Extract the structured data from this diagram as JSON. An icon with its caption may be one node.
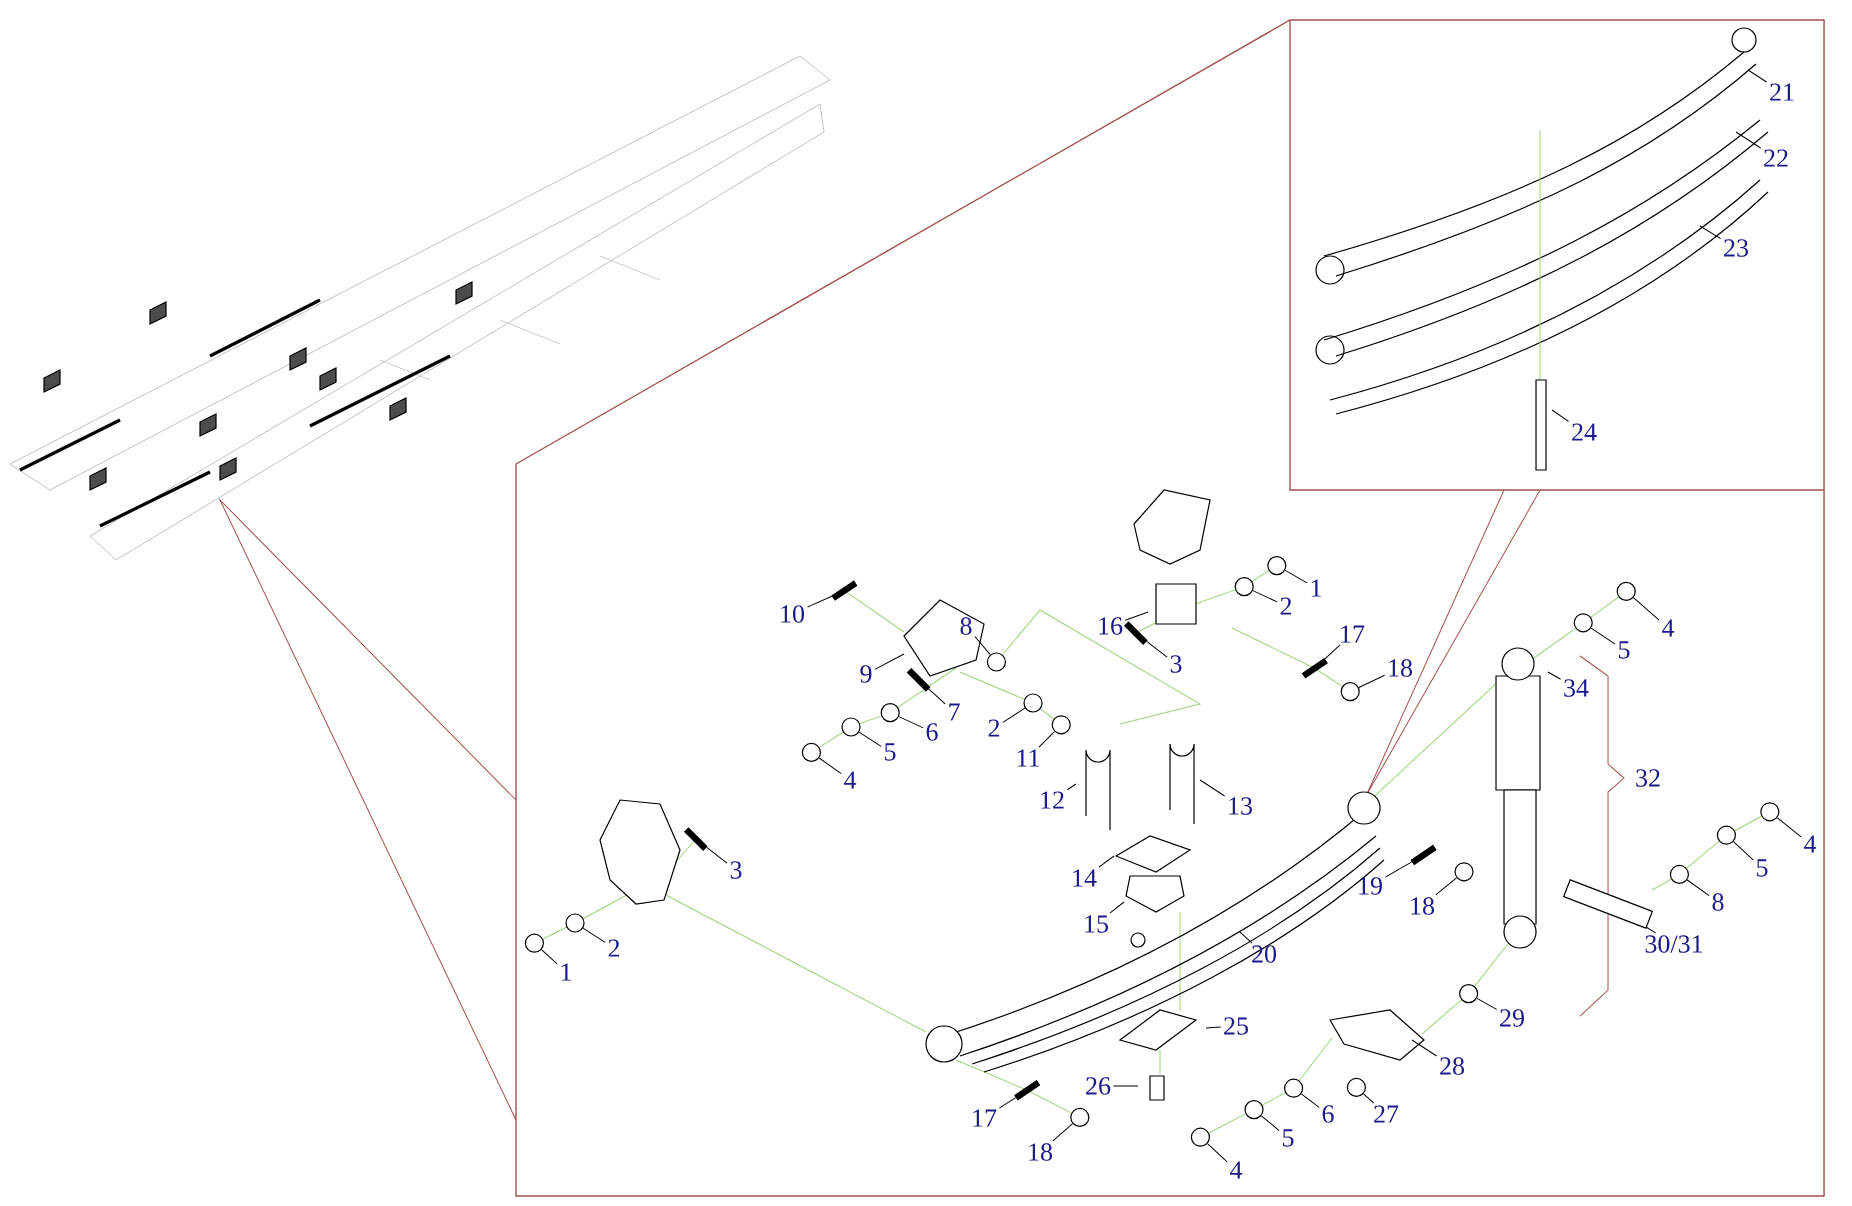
{
  "diagram": {
    "nodes": [
      {
        "text": [
          "21"
        ]
      },
      {
        "text": [
          "22"
        ]
      },
      {
        "text": [
          "23"
        ]
      },
      {
        "text": [
          "24"
        ]
      },
      {
        "text": [
          "10"
        ]
      },
      {
        "text": [
          "8"
        ]
      },
      {
        "text": [
          "9"
        ]
      },
      {
        "text": [
          "16"
        ]
      },
      {
        "text": [
          "1"
        ]
      },
      {
        "text": [
          "2"
        ]
      },
      {
        "text": [
          "3"
        ]
      },
      {
        "text": [
          "17"
        ]
      },
      {
        "text": [
          "18"
        ]
      },
      {
        "text": [
          "7"
        ]
      },
      {
        "text": [
          "6"
        ]
      },
      {
        "text": [
          "2"
        ]
      },
      {
        "text": [
          "11"
        ]
      },
      {
        "text": [
          "5"
        ]
      },
      {
        "text": [
          "4"
        ]
      },
      {
        "text": [
          "12"
        ]
      },
      {
        "text": [
          "13"
        ]
      },
      {
        "text": [
          "3"
        ]
      },
      {
        "text": [
          "14"
        ]
      },
      {
        "text": [
          "15"
        ]
      },
      {
        "text": [
          "19"
        ]
      },
      {
        "text": [
          "18"
        ]
      },
      {
        "text": [
          "20"
        ]
      },
      {
        "text": [
          "1"
        ]
      },
      {
        "text": [
          "2"
        ]
      },
      {
        "text": [
          "25"
        ]
      },
      {
        "text": [
          "26"
        ]
      },
      {
        "text": [
          "17"
        ]
      },
      {
        "text": [
          "18"
        ]
      },
      {
        "text": [
          "4"
        ]
      },
      {
        "text": [
          "5"
        ]
      },
      {
        "text": [
          "6"
        ]
      },
      {
        "text": [
          "27"
        ]
      },
      {
        "text": [
          "28"
        ]
      },
      {
        "text": [
          "29"
        ]
      },
      {
        "text": [
          "30/31"
        ]
      },
      {
        "text": [
          "8"
        ]
      },
      {
        "text": [
          "5"
        ]
      },
      {
        "text": [
          "4"
        ]
      },
      {
        "text": [
          "34"
        ]
      },
      {
        "text": [
          "5"
        ]
      },
      {
        "text": [
          "4"
        ]
      },
      {
        "text": [
          "32"
        ]
      },
      {
        "text": [],
        "shape": "bar"
      },
      {
        "text": [],
        "shape": "circle"
      },
      {
        "text": [],
        "shape": "circle"
      },
      {
        "text": [],
        "shape": "circle"
      },
      {
        "text": [],
        "shape": "bar"
      },
      {
        "text": [],
        "shape": "bar"
      },
      {
        "text": [],
        "shape": "circle"
      },
      {
        "text": [],
        "shape": "bar"
      },
      {
        "text": [],
        "shape": "circle"
      },
      {
        "text": [],
        "shape": "circle"
      },
      {
        "text": [],
        "shape": "circle"
      },
      {
        "text": [],
        "shape": "circle"
      },
      {
        "text": [],
        "shape": "circle"
      },
      {
        "text": [],
        "shape": "bar"
      },
      {
        "text": [],
        "shape": "bar"
      },
      {
        "text": [],
        "shape": "circle"
      },
      {
        "text": [],
        "shape": "circle"
      },
      {
        "text": [],
        "shape": "circle"
      },
      {
        "text": [],
        "shape": "bar"
      },
      {
        "text": [],
        "shape": "circle"
      },
      {
        "text": [],
        "shape": "circle"
      },
      {
        "text": [],
        "shape": "circle"
      },
      {
        "text": [],
        "shape": "circle"
      },
      {
        "text": [],
        "shape": "circle"
      },
      {
        "text": [],
        "shape": "circle"
      },
      {
        "text": [],
        "shape": "bar"
      },
      {
        "text": [],
        "shape": "circle"
      },
      {
        "text": [],
        "shape": "circle"
      },
      {
        "text": [],
        "shape": "circle"
      },
      {
        "text": [],
        "shape": "circle"
      },
      {
        "text": [],
        "shape": "circle"
      }
    ],
    "edges": [
      {
        "from": 0,
        "to": null,
        "arrow": "none"
      },
      {
        "from": 1,
        "to": null,
        "arrow": "none"
      },
      {
        "from": 2,
        "to": null,
        "arrow": "none"
      },
      {
        "from": 3,
        "to": null,
        "arrow": "none"
      },
      {
        "from": 4,
        "to": 47,
        "arrow": "none"
      },
      {
        "from": 5,
        "to": 48,
        "arrow": "none"
      },
      {
        "from": 6,
        "to": null,
        "arrow": "none"
      },
      {
        "from": 7,
        "to": null,
        "arrow": "none"
      },
      {
        "from": 8,
        "to": 49,
        "arrow": "none"
      },
      {
        "from": 9,
        "to": 50,
        "arrow": "none"
      },
      {
        "from": 10,
        "to": 51,
        "arrow": "none"
      },
      {
        "from": 11,
        "to": 52,
        "arrow": "none"
      },
      {
        "from": 12,
        "to": 53,
        "arrow": "none"
      },
      {
        "from": 13,
        "to": 54,
        "arrow": "none"
      },
      {
        "from": 14,
        "to": 55,
        "arrow": "none"
      },
      {
        "from": 15,
        "to": 56,
        "arrow": "none"
      },
      {
        "from": 16,
        "to": 57,
        "arrow": "none"
      },
      {
        "from": 17,
        "to": 58,
        "arrow": "none"
      },
      {
        "from": 18,
        "to": 59,
        "arrow": "none"
      },
      {
        "from": 19,
        "to": null,
        "arrow": "none"
      },
      {
        "from": 20,
        "to": null,
        "arrow": "none"
      },
      {
        "from": 21,
        "to": 60,
        "arrow": "none"
      },
      {
        "from": 22,
        "to": null,
        "arrow": "none"
      },
      {
        "from": 23,
        "to": null,
        "arrow": "none"
      },
      {
        "from": 24,
        "to": 61,
        "arrow": "none"
      },
      {
        "from": 25,
        "to": 62,
        "arrow": "none"
      },
      {
        "from": 26,
        "to": null,
        "arrow": "none"
      },
      {
        "from": 27,
        "to": 63,
        "arrow": "none"
      },
      {
        "from": 28,
        "to": 64,
        "arrow": "none"
      },
      {
        "from": 29,
        "to": null,
        "arrow": "none"
      },
      {
        "from": 30,
        "to": null,
        "arrow": "none"
      },
      {
        "from": 31,
        "to": 65,
        "arrow": "none"
      },
      {
        "from": 32,
        "to": 66,
        "arrow": "none"
      },
      {
        "from": 33,
        "to": 67,
        "arrow": "none"
      },
      {
        "from": 34,
        "to": 68,
        "arrow": "none"
      },
      {
        "from": 35,
        "to": 69,
        "arrow": "none"
      },
      {
        "from": 36,
        "to": 70,
        "arrow": "none"
      },
      {
        "from": 37,
        "to": null,
        "arrow": "none"
      },
      {
        "from": 38,
        "to": 71,
        "arrow": "none"
      },
      {
        "from": 39,
        "to": 72,
        "arrow": "none"
      },
      {
        "from": 40,
        "to": 73,
        "arrow": "none"
      },
      {
        "from": 41,
        "to": 74,
        "arrow": "none"
      },
      {
        "from": 42,
        "to": 75,
        "arrow": "none"
      },
      {
        "from": 43,
        "to": null,
        "arrow": "none"
      },
      {
        "from": 44,
        "to": 76,
        "arrow": "none"
      },
      {
        "from": 45,
        "to": 77,
        "arrow": "none"
      }
    ]
  }
}
